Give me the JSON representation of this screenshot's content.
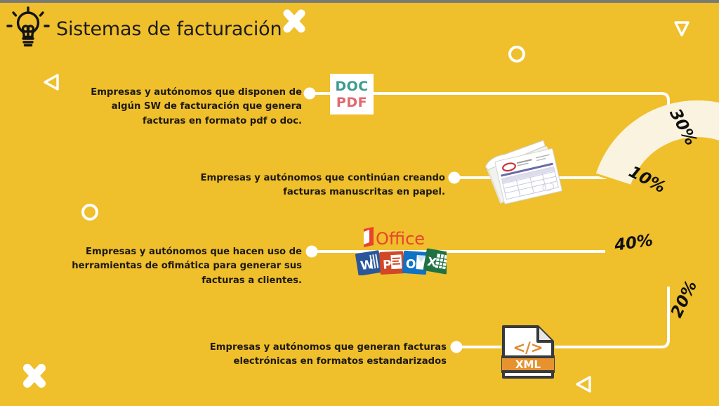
{
  "header": {
    "title": "Sistemas de facturación",
    "bulb_icon": "lightbulb-idea-icon"
  },
  "theme": {
    "background": "#EFBF2C",
    "connector": "#FFFFFF",
    "text": "#1e1a12",
    "topbar": "#7a7a74"
  },
  "items": [
    {
      "id": "pdf-doc",
      "lines": [
        "Empresas y autónomos que disponen de",
        "algún SW de facturación que genera",
        "facturas en formato pdf o doc."
      ],
      "icon": "doc-pdf-file-icon",
      "icon_labels": {
        "doc": "DOC",
        "pdf": "PDF"
      },
      "percent": "30%"
    },
    {
      "id": "manuscritas",
      "lines": [
        "Empresas y autónomos que continúan creando",
        "facturas manuscritas en papel."
      ],
      "icon": "paper-invoice-pad-icon",
      "percent": "10%"
    },
    {
      "id": "ofimatica",
      "lines": [
        "Empresas y autónomos que hacen uso de",
        "herramientas de ofimática para generar sus",
        "facturas a clientes."
      ],
      "icon": "microsoft-office-suite-icon",
      "icon_labels": {
        "brand": "Office",
        "word": "W",
        "powerpoint": "P",
        "outlook": "O",
        "excel": "X"
      },
      "percent": "40%"
    },
    {
      "id": "electronicas",
      "lines": [
        "Empresas y autónomos que generan facturas",
        "electrónicas en formatos estandarizados"
      ],
      "icon": "xml-file-icon",
      "icon_labels": {
        "xml": "XML",
        "code": "</>"
      },
      "percent": "20%"
    }
  ],
  "chart_data": {
    "type": "pie",
    "title": "Sistemas de facturación",
    "categories": [
      "Empresas y autónomos que disponen de algún SW de facturación que genera facturas en formato pdf o doc.",
      "Empresas y autónomos que continúan creando facturas manuscritas en papel.",
      "Empresas y autónomos que hacen uso de herramientas de ofimática para generar sus facturas a clientes.",
      "Empresas y autónomos que generan facturas electrónicas en formatos estandarizados"
    ],
    "labels": [
      "30%",
      "10%",
      "40%",
      "20%"
    ],
    "values": [
      30,
      10,
      40,
      20
    ],
    "colors": [
      "#F5DFA0",
      "#FFFFFF",
      "#F7D477",
      "#FAF3E0"
    ],
    "donut": true,
    "legend": "left",
    "grid": false
  },
  "decorations": [
    {
      "name": "sparkle-top-left",
      "shape": "x-sparkle"
    },
    {
      "name": "triangle-left",
      "shape": "triangle-left-outline"
    },
    {
      "name": "circle-top",
      "shape": "circle-outline"
    },
    {
      "name": "triangle-top-right",
      "shape": "triangle-down-outline"
    },
    {
      "name": "circle-left",
      "shape": "circle-outline"
    },
    {
      "name": "sparkle-bottom-left",
      "shape": "x-sparkle"
    },
    {
      "name": "triangle-bottom",
      "shape": "triangle-left-outline"
    }
  ]
}
